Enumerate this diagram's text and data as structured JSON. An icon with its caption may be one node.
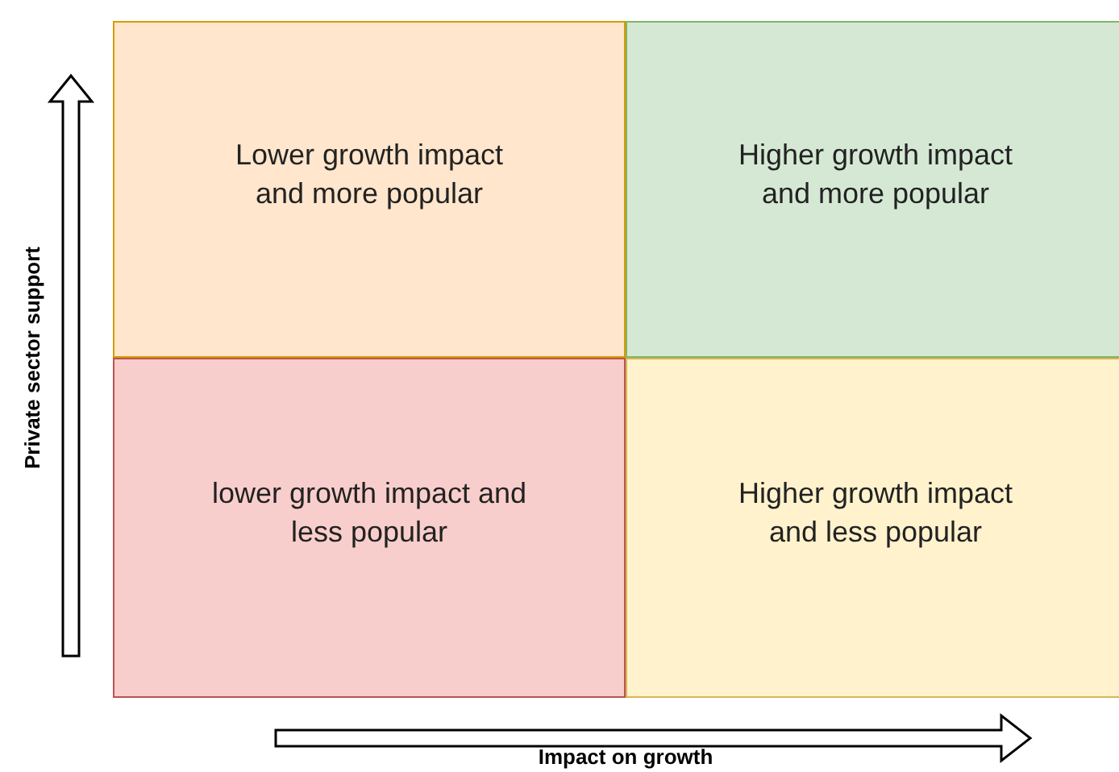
{
  "diagram": {
    "nodes": [
      {
        "text": [
          "Lower growth impact and more popular"
        ]
      },
      {
        "text": [
          "Higher growth impact and more popular"
        ]
      },
      {
        "text": [
          "lower growth impact and less popular"
        ]
      },
      {
        "text": [
          "Higher growth impact and less popular"
        ]
      }
    ],
    "labels": [
      "Private sector support",
      "Impact on growth"
    ]
  }
}
